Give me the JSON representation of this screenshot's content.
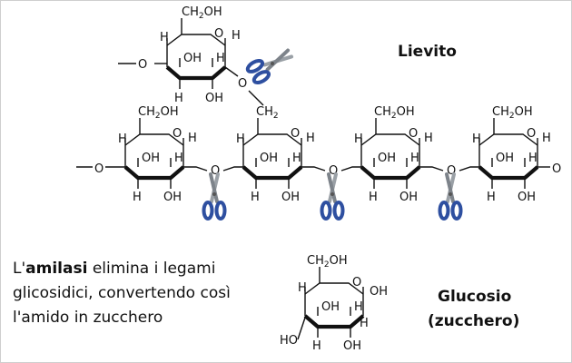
{
  "labels": {
    "yeast": "Lievito",
    "glucose_title": "Glucosio",
    "glucose_subtitle": "(zucchero)"
  },
  "description": {
    "prefix": "L'",
    "keyword": "amilasi",
    "line1_rest": " elimina i legami",
    "line2": "glicosidici, convertendo così",
    "line3": "l'amido in zucchero"
  },
  "atoms": {
    "ch2oh_sub": "CH",
    "ch2oh_two": "2",
    "ch2oh_tail": "OH",
    "ch2_base": "CH",
    "ch2_two": "2",
    "o": "O",
    "h": "H",
    "oh": "OH",
    "ho": "HO"
  },
  "colors": {
    "scissor_handle": "#2e4fa0",
    "scissor_blade": "#9aa0a6",
    "bond": "#111111"
  }
}
